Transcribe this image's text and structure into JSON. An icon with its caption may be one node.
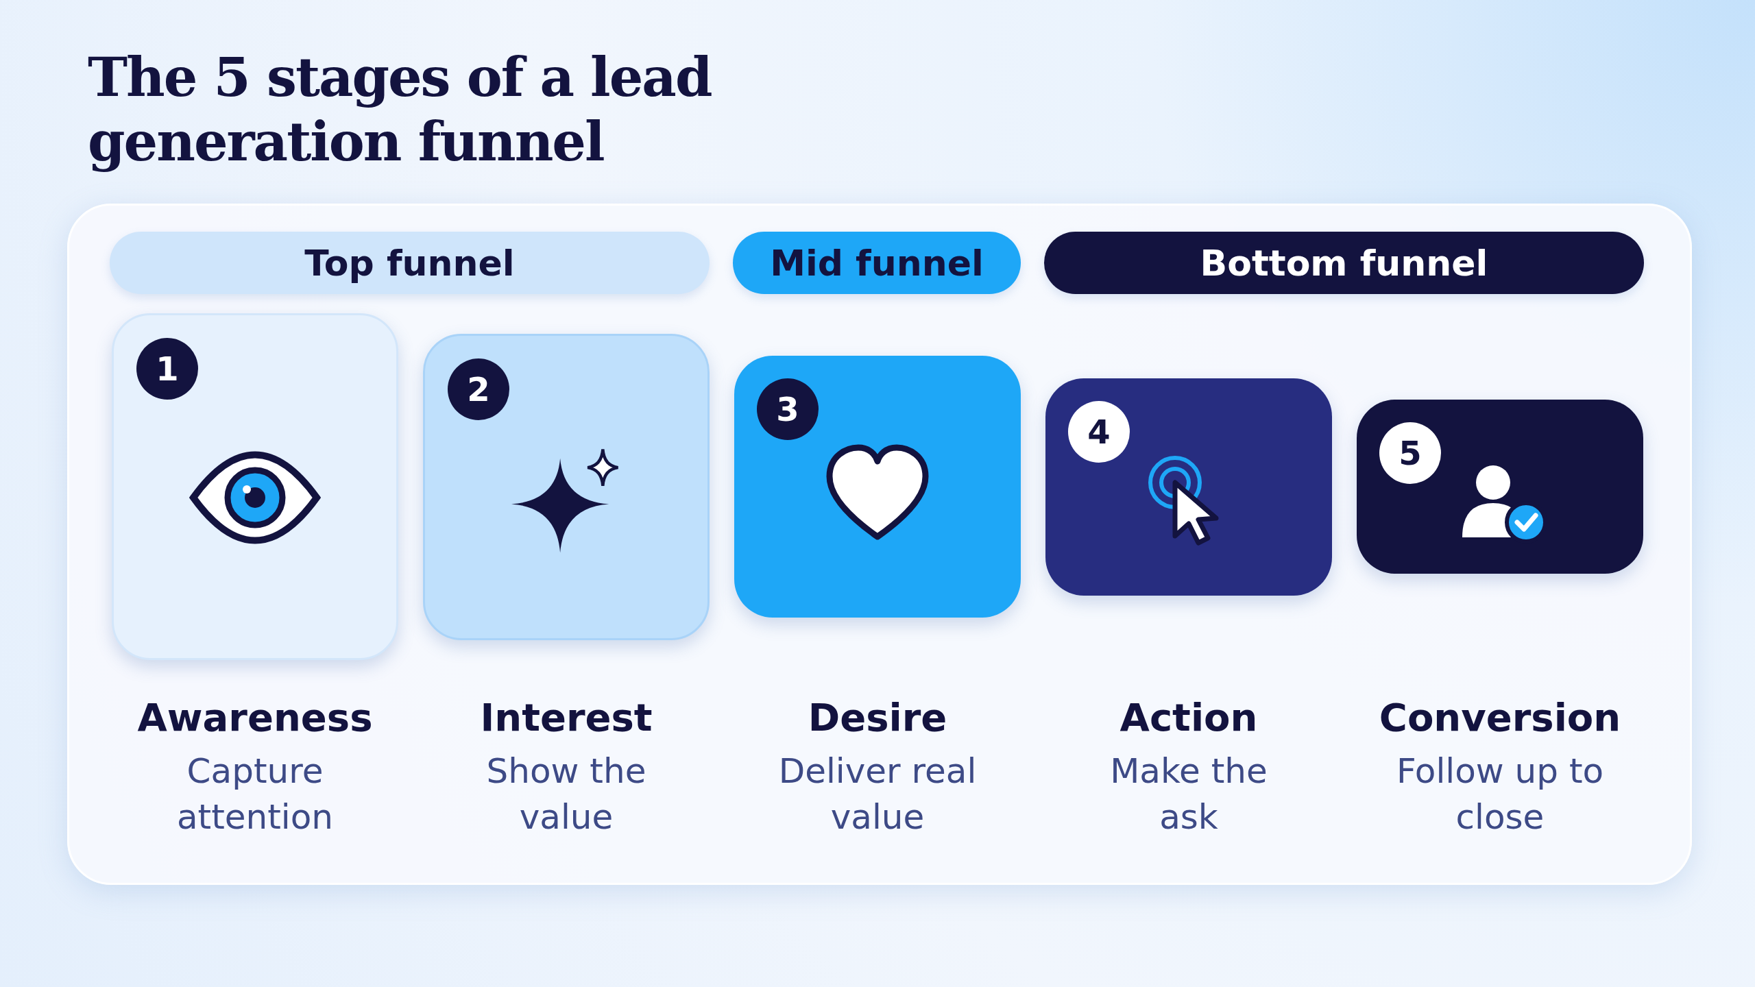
{
  "diagram": {
    "title": "The 5 stages of a lead generation funnel",
    "nodes": [
      {
        "text": [
          "Top funnel"
        ]
      },
      {
        "text": [
          "Mid funnel"
        ]
      },
      {
        "text": [
          "Bottom funnel"
        ]
      },
      {
        "text": [
          "1"
        ],
        "beside": [
          "Awareness",
          "Capture attention"
        ]
      },
      {
        "text": [
          "2"
        ],
        "beside": [
          "Interest",
          "Show the value"
        ]
      },
      {
        "text": [
          "3"
        ],
        "beside": [
          "Desire",
          "Deliver real value"
        ]
      },
      {
        "text": [
          "4"
        ],
        "beside": [
          "Action",
          "Make the ask"
        ]
      },
      {
        "text": [
          "5"
        ],
        "beside": [
          "Conversion",
          "Follow up to close"
        ]
      }
    ]
  }
}
